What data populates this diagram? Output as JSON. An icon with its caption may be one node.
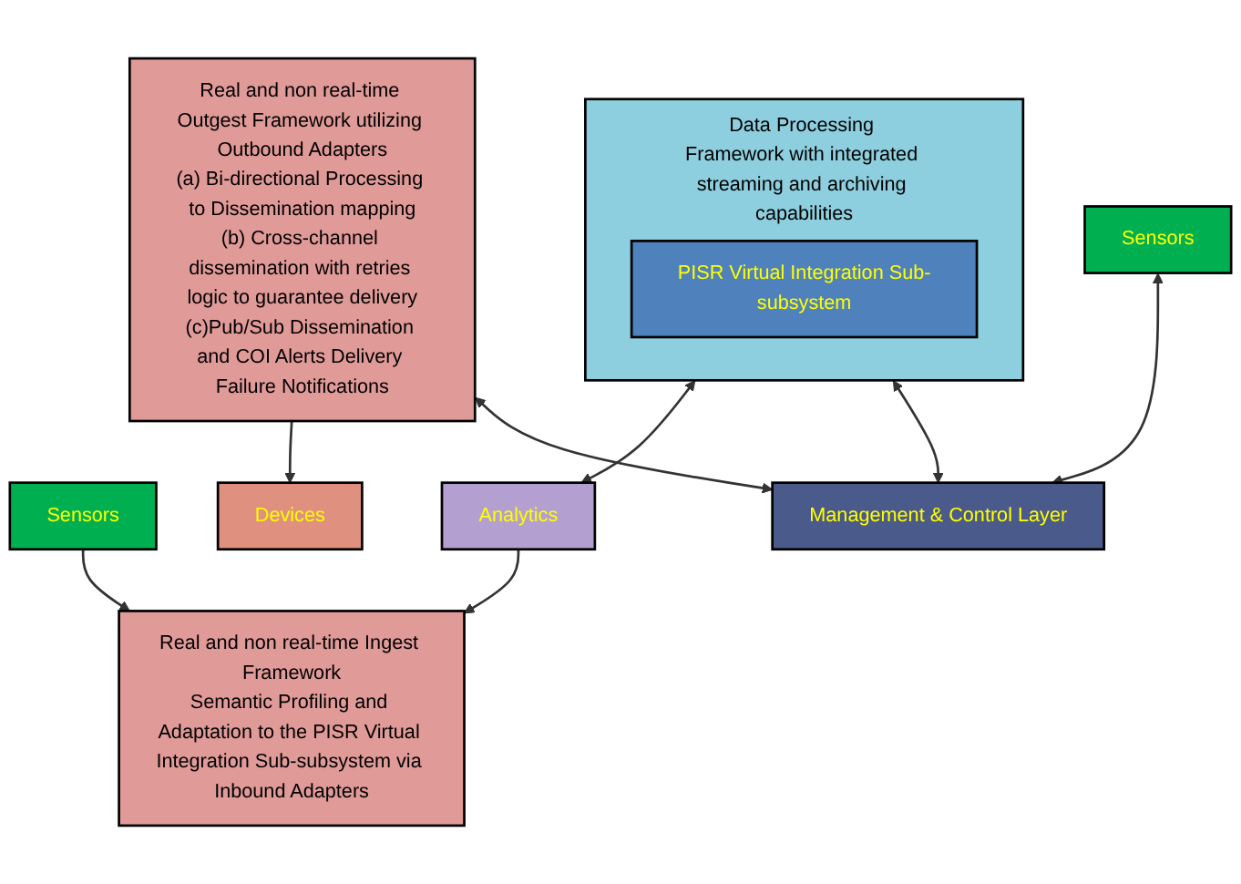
{
  "diagram": {
    "nodes": [
      {
        "text": [
          "Sensors"
        ]
      },
      {
        "text": [
          "Analytics"
        ]
      },
      {
        "text": [
          "Devices"
        ]
      },
      {
        "text": [
          "Real and non real-time Ingest Framework",
          "Semantic Profiling and Adaptation to the PISR Virtual Integration Sub-subsystem via Inbound Adapters"
        ]
      },
      {
        "text": [
          "Data Processing Framework with integrated streaming and archiving capabilities"
        ]
      },
      {
        "text": [
          "PISR Virtual Integration Sub-subsystem"
        ],
        "in": 4
      },
      {
        "text": [
          "Real and non real-time Outgest Framework utilizing Outbound Adapters",
          "(a) Bi-directional Processing to Dissemination mapping",
          "(b) Cross-channel dissemination with retries logic to guarantee delivery",
          "(c)Pub/Sub Dissemination and COI Alerts Delivery Failure Notifications"
        ]
      },
      {
        "text": [
          "Sensors"
        ]
      },
      {
        "text": [
          "Management & Control Layer"
        ]
      }
    ],
    "edges": [
      {
        "from": 0,
        "to": 3,
        "arrow": "to"
      },
      {
        "from": 1,
        "to": 3,
        "arrow": "to"
      },
      {
        "from": 4,
        "to": 1,
        "arrow": "both"
      },
      {
        "from": 6,
        "to": 2,
        "arrow": "to"
      },
      {
        "from": 4,
        "to": 8,
        "arrow": "both"
      },
      {
        "from": 6,
        "to": 8,
        "arrow": "both"
      },
      {
        "from": 7,
        "to": 8,
        "arrow": "both"
      }
    ]
  }
}
